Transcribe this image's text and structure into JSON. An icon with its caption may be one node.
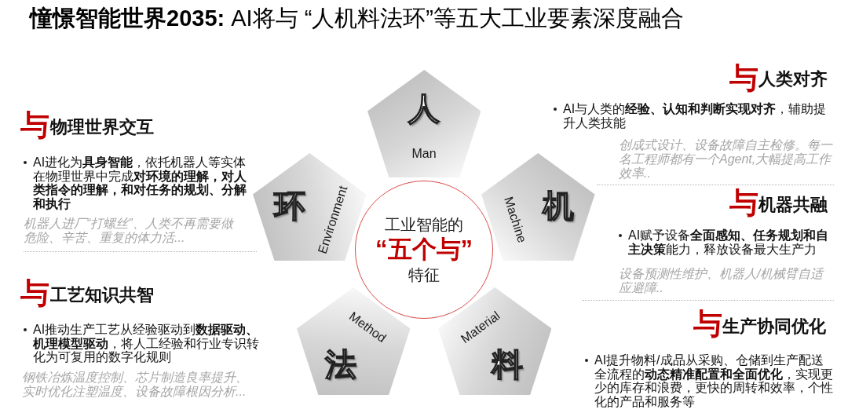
{
  "diagram": {
    "title": "**憧憬智能世界2035:** AI将与 “人机料法环”等五大工业要素深度融合",
    "nodes": [
      {
        "text": [
          "工业智能的",
          "“五个与”",
          "特征"
        ]
      },
      {
        "text": [
          "人",
          "Man"
        ]
      },
      {
        "text": [
          "机",
          "Machine"
        ]
      },
      {
        "text": [
          "料",
          "Material"
        ]
      },
      {
        "text": [
          "法",
          "Method"
        ]
      },
      {
        "text": [
          "环",
          "Environment"
        ]
      }
    ],
    "labels": [
      "与",
      "物理世界交互",
      "AI进化为**具身智能**，依托机器人等实体在物理世界中完成**对环境的理解，对人类指令的理解，和对任务的规划、分解和执行**",
      "机器人进厂“打螺丝”、人类不再需要做危险、辛苦、重复的体力活...",
      "与",
      "工艺知识共智",
      "AI推动生产工艺从经验驱动到**数据驱动、机理模型驱动**，将人工经验和行业专识转化为可复用的数字化规则",
      "钢铁冶炼温度控制、芯片制造良率提升、实时优化注塑温度、设备故障根因分析...",
      "与",
      "人类对齐",
      "AI与人类的**经验、认知和判断实现对齐**，辅助提升人类技能",
      "创成式设计、设备故障自主检修。每一名工程师都有一个Agent,大幅提高工作效率..",
      "与",
      "机器共融",
      "AI赋予设备**全面感知、任务规划和自主决策**能力，释放设备最大生产力",
      "设备预测性维护、机器人/机械臂自适应避障..",
      "与",
      "生产协同优化",
      "AI提升物料/成品从采购、仓储到生产配送全流程的**动态精准配置和全面优化**，实现更少的库存和浪费，更快的周转和效率，个性化的产品和服务等"
    ]
  }
}
